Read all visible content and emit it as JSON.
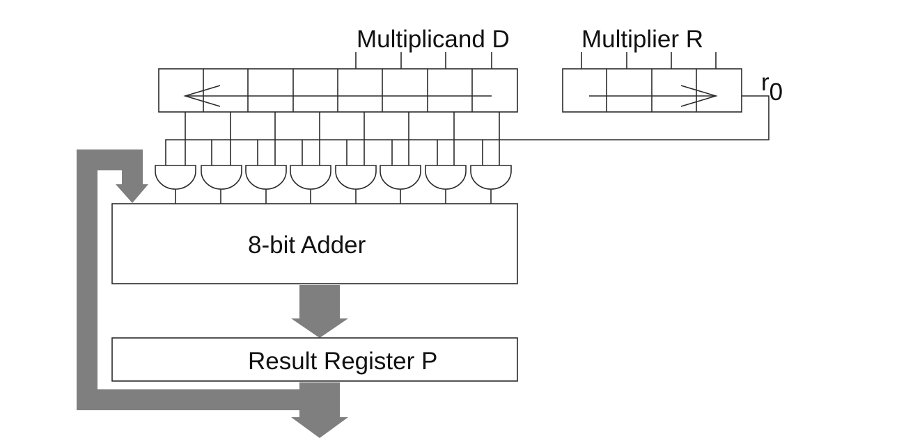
{
  "labels": {
    "multiplicand": "Multiplicand D",
    "multiplier": "Multiplier R",
    "r_symbol": "r",
    "r_subscript": "0",
    "adder": "8-bit Adder",
    "result_register": "Result Register P"
  },
  "multiplicand_register": {
    "bits": 8,
    "shift_direction": "left"
  },
  "multiplier_register": {
    "bits": 4,
    "shift_direction": "right"
  },
  "and_gates": {
    "count": 8
  },
  "colors": {
    "stroke": "#2a2a2a",
    "arrow_fill": "#7f7f7f",
    "text": "#111111"
  }
}
